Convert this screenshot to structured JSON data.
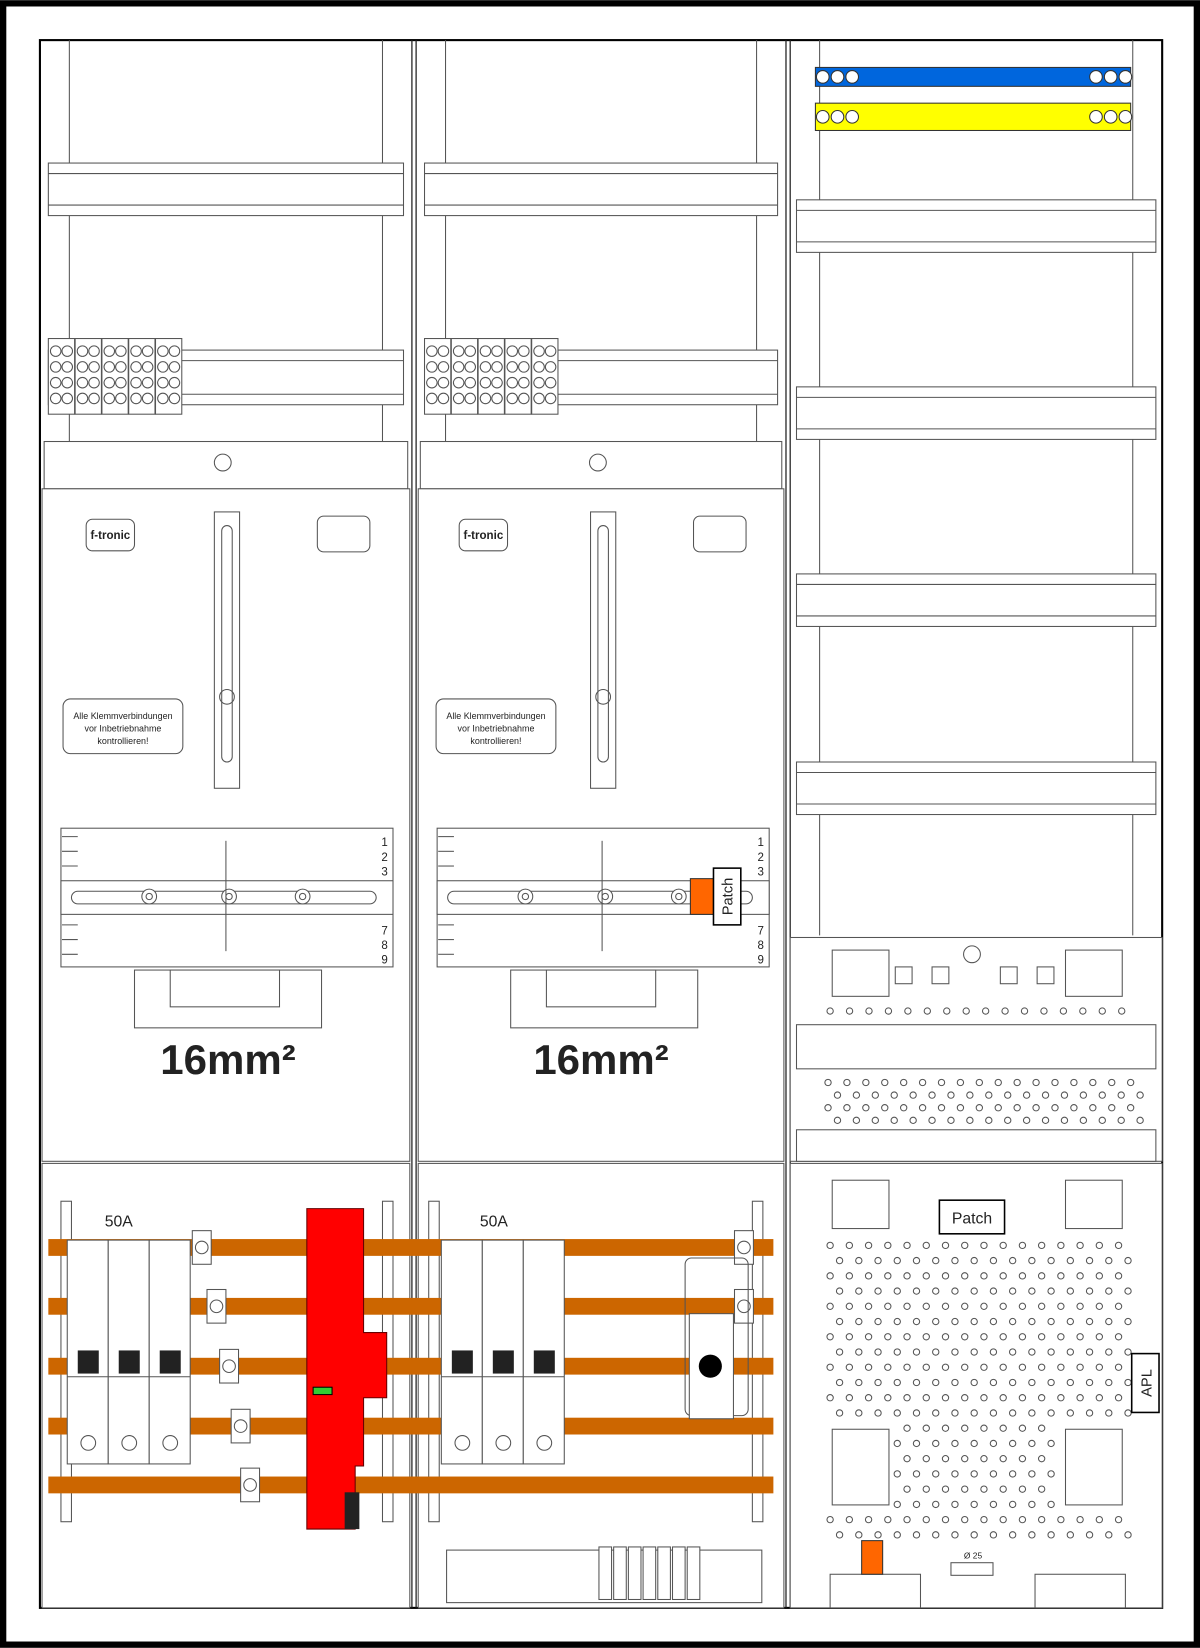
{
  "brand_label": "f-tronic",
  "panels": [
    {
      "warning_lines": [
        "Alle Klemmverbindungen",
        "vor Inbetriebnahme",
        "kontrollieren!"
      ],
      "cross_section": "16mm²",
      "breaker_rating": "50A"
    },
    {
      "warning_lines": [
        "Alle Klemmverbindungen",
        "vor Inbetriebnahme",
        "kontrollieren!"
      ],
      "cross_section": "16mm²",
      "breaker_rating": "50A",
      "patch_label": "Patch"
    }
  ],
  "scale_numbers": [
    "1",
    "2",
    "3",
    "7",
    "8",
    "9"
  ],
  "apl": {
    "patch_label": "Patch",
    "apl_label": "APL",
    "hole_label": "Ø 25"
  },
  "colors": {
    "neutral_bar": "#0066dd",
    "pe_bar": "#ffff00",
    "busbar": "#cc6600",
    "surge_protector": "#ff0000",
    "patch_connector": "#ff6600"
  }
}
